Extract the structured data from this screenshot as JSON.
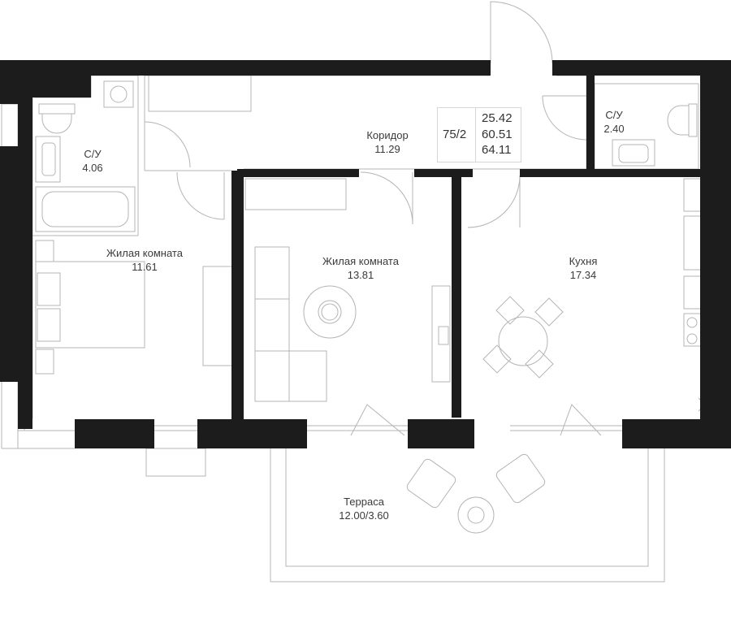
{
  "apartment": {
    "number": "75/2",
    "areas": [
      "25.42",
      "60.51",
      "64.11"
    ]
  },
  "rooms": {
    "corridor": {
      "name": "Коридор",
      "area": "11.29"
    },
    "bathroom_large": {
      "name": "С/У",
      "area": "4.06"
    },
    "bathroom_small": {
      "name": "С/У",
      "area": "2.40"
    },
    "bedroom_left": {
      "name": "Жилая комната",
      "area": "11.61"
    },
    "living_middle": {
      "name": "Жилая комната",
      "area": "13.81"
    },
    "kitchen": {
      "name": "Кухня",
      "area": "17.34"
    },
    "terrace": {
      "name": "Терраса",
      "area": "12.00/3.60"
    }
  },
  "colors": {
    "wall": "#1c1c1c",
    "line": "#b4b4b4",
    "text": "#3a3a3a"
  }
}
